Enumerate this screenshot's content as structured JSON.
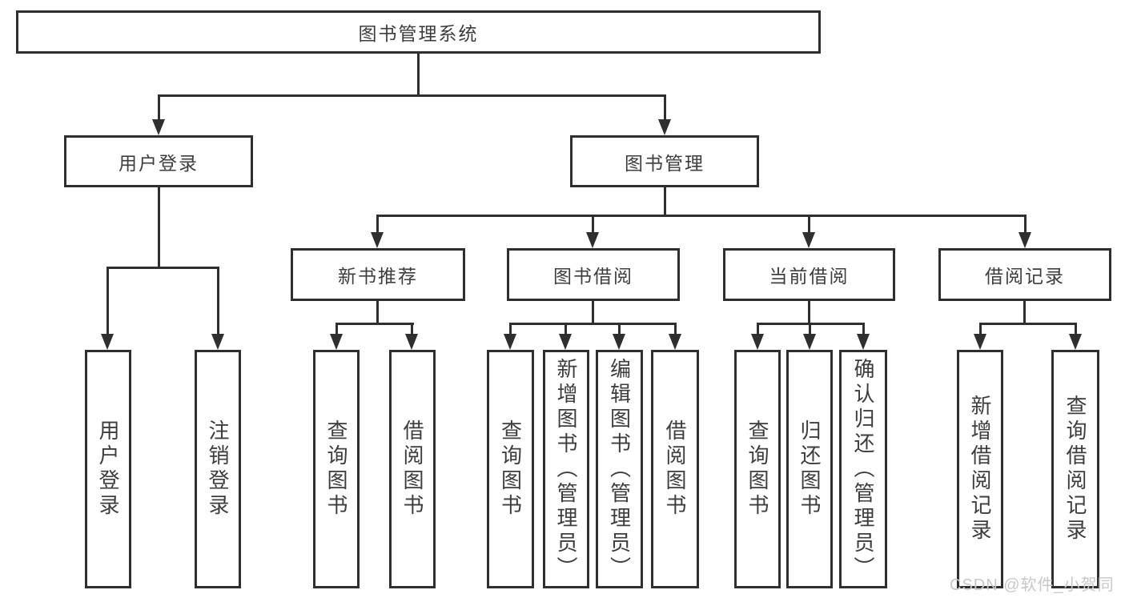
{
  "diagram_type": "hierarchy-tree",
  "tree": {
    "label": "图书管理系统",
    "children": [
      {
        "label": "用户登录",
        "children": [
          {
            "label": "用户登录"
          },
          {
            "label": "注销登录"
          }
        ]
      },
      {
        "label": "图书管理",
        "children": [
          {
            "label": "新书推荐",
            "children": [
              {
                "label": "查询图书"
              },
              {
                "label": "借阅图书"
              }
            ]
          },
          {
            "label": "图书借阅",
            "children": [
              {
                "label": "查询图书"
              },
              {
                "label": "新增图书（管理员）"
              },
              {
                "label": "编辑图书（管理员）"
              },
              {
                "label": "借阅图书"
              }
            ]
          },
          {
            "label": "当前借阅",
            "children": [
              {
                "label": "查询图书"
              },
              {
                "label": "归还图书"
              },
              {
                "label": "确认归还（管理员）"
              }
            ]
          },
          {
            "label": "借阅记录",
            "children": [
              {
                "label": "新增借阅记录"
              },
              {
                "label": "查询借阅记录"
              }
            ]
          }
        ]
      }
    ]
  },
  "watermark": {
    "text": "CSDN @软件_小贺同学"
  },
  "colors": {
    "line": "#2f2f2f",
    "box_border": "#2f2f2f",
    "text": "#3d3d3d",
    "watermark": "#c8c8c8",
    "background": "#ffffff"
  }
}
